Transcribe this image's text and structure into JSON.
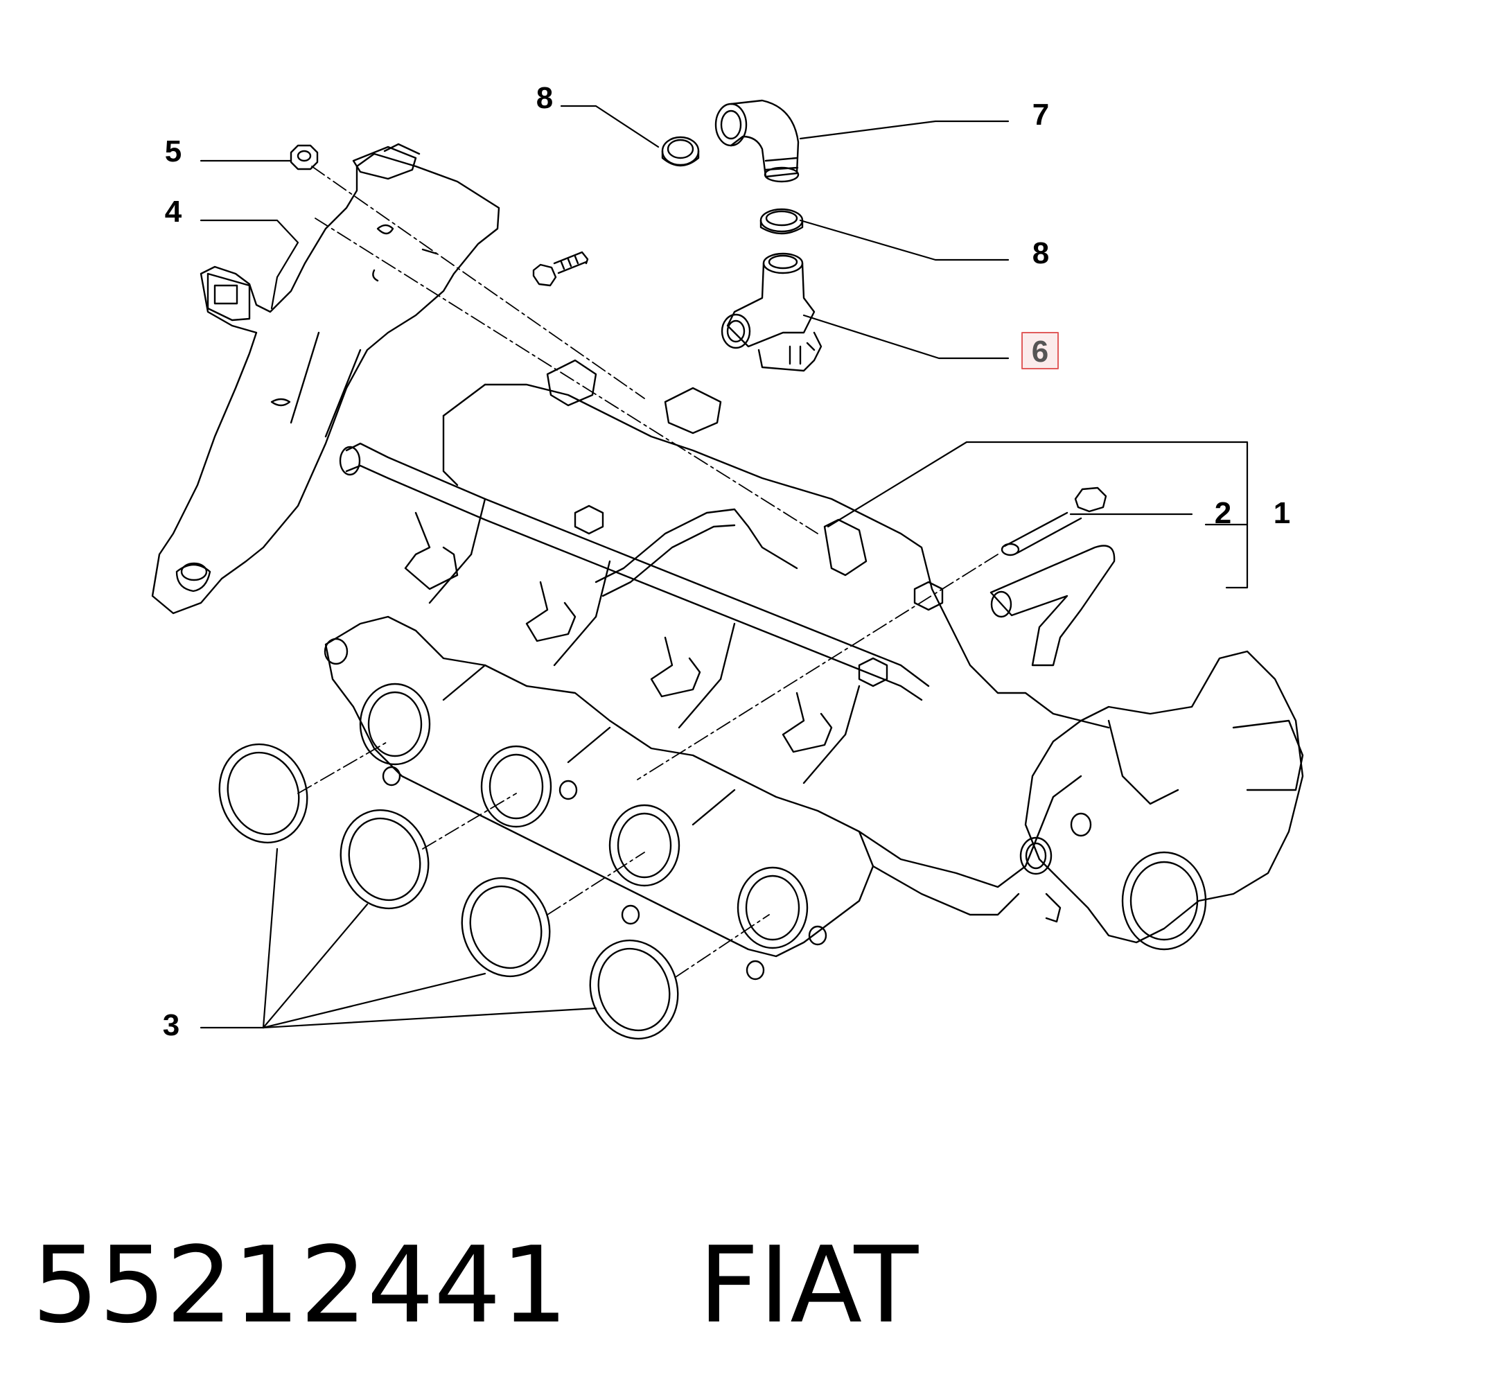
{
  "callouts": [
    {
      "id": "c1",
      "label": "1",
      "highlighted": false
    },
    {
      "id": "c2",
      "label": "2",
      "highlighted": false
    },
    {
      "id": "c3",
      "label": "3",
      "highlighted": false
    },
    {
      "id": "c4",
      "label": "4",
      "highlighted": false
    },
    {
      "id": "c5",
      "label": "5",
      "highlighted": false
    },
    {
      "id": "c6",
      "label": "6",
      "highlighted": true
    },
    {
      "id": "c7",
      "label": "7",
      "highlighted": false
    },
    {
      "id": "c8a",
      "label": "8",
      "highlighted": false
    },
    {
      "id": "c8b",
      "label": "8",
      "highlighted": false
    }
  ],
  "footer": {
    "part_number": "55212441",
    "brand": "FIAT"
  },
  "colors": {
    "line": "#000000",
    "highlight_border": "#e05a5a",
    "highlight_fill": "#fbecec",
    "highlight_text": "#555555"
  }
}
